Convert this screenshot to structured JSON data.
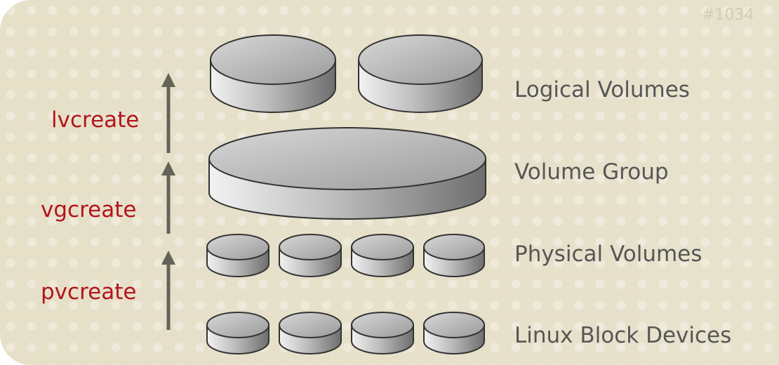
{
  "watermark": "#1034",
  "commands": {
    "lvcreate": "lvcreate",
    "vgcreate": "vgcreate",
    "pvcreate": "pvcreate"
  },
  "layers": {
    "logical_volumes": "Logical Volumes",
    "volume_group": "Volume Group",
    "physical_volumes": "Physical Volumes",
    "block_devices": "Linux Block Devices"
  },
  "colors": {
    "background": "#e6e0c9",
    "command_text": "#b3151b",
    "label_text": "#565656",
    "arrow": "#636356",
    "disk_fill": "#a9a9a9",
    "disk_outline": "#333333"
  }
}
